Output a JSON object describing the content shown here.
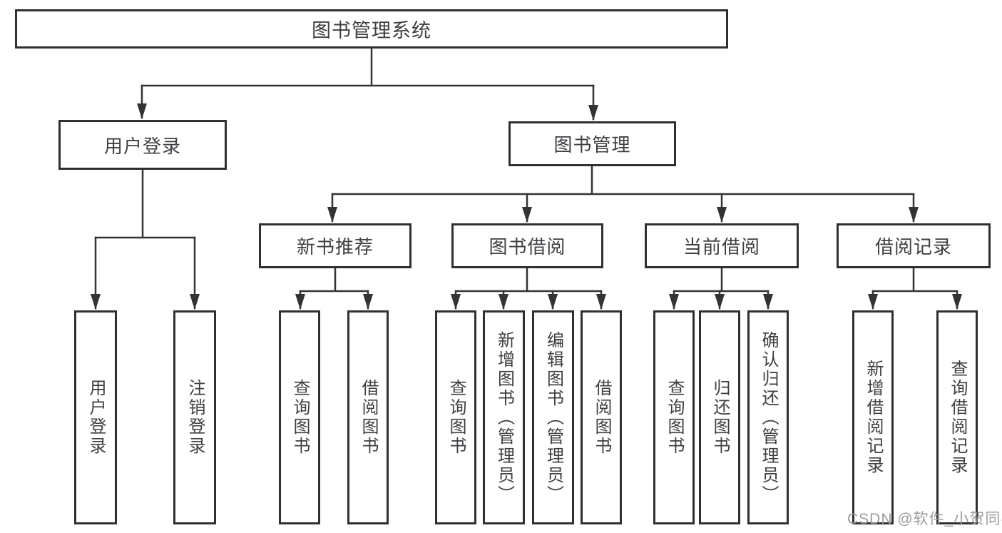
{
  "diagram": {
    "type": "hierarchy-tree",
    "watermark": "CSDN @软件_小贺同学",
    "colors": {
      "background": "#ffffff",
      "box_border": "#303030",
      "connector_line": "#333333",
      "text": "#3d3f42",
      "watermark_text": "#9c9c9c"
    },
    "tree": {
      "root": {
        "label": "图书管理系统",
        "children": [
          {
            "label": "用户登录",
            "children": [
              {
                "label": "用户登录"
              },
              {
                "label": "注销登录"
              }
            ]
          },
          {
            "label": "图书管理",
            "children": [
              {
                "label": "新书推荐",
                "children": [
                  {
                    "label": "查询图书"
                  },
                  {
                    "label": "借阅图书"
                  }
                ]
              },
              {
                "label": "图书借阅",
                "children": [
                  {
                    "label": "查询图书"
                  },
                  {
                    "label": "新增图书（管理员）"
                  },
                  {
                    "label": "编辑图书（管理员）"
                  },
                  {
                    "label": "借阅图书"
                  }
                ]
              },
              {
                "label": "当前借阅",
                "children": [
                  {
                    "label": "查询图书"
                  },
                  {
                    "label": "归还图书"
                  },
                  {
                    "label": "确认归还（管理员）"
                  }
                ]
              },
              {
                "label": "借阅记录",
                "children": [
                  {
                    "label": "新增借阅记录"
                  },
                  {
                    "label": "查询借阅记录"
                  }
                ]
              }
            ]
          }
        ]
      }
    }
  }
}
